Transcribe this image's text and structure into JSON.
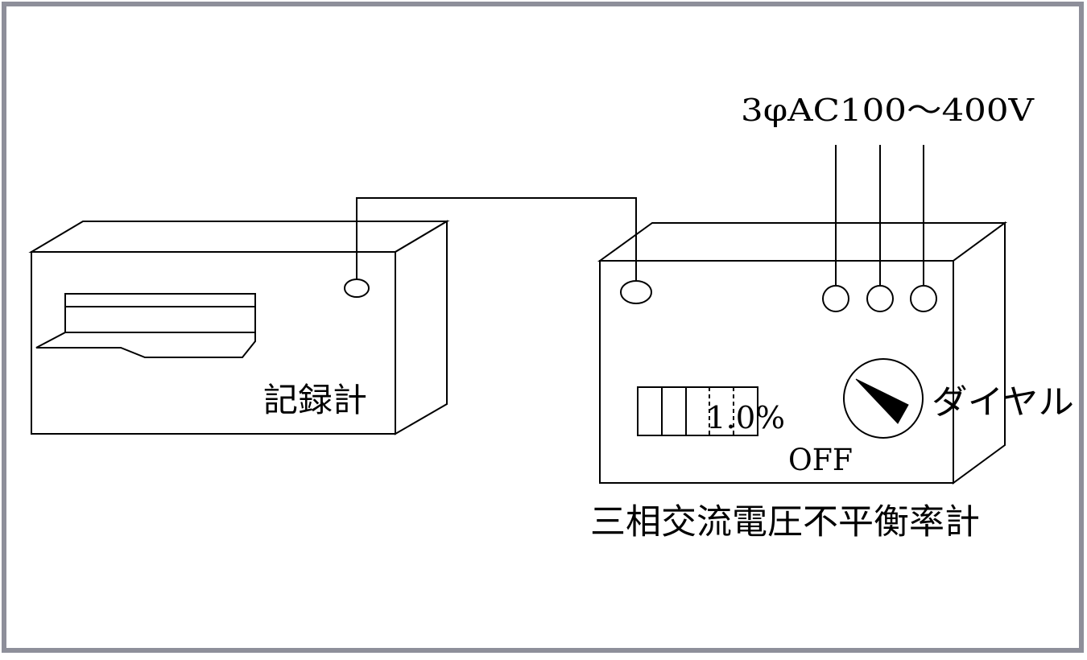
{
  "labels": {
    "power_supply": "3φAC100～400V",
    "recorder": "記録計",
    "dial": "ダイヤル",
    "meter_reading": "1.0%",
    "off": "OFF",
    "meter_name": "三相交流電圧不平衡率計"
  },
  "colors": {
    "frame": "#8e8f9a",
    "line": "#000000",
    "background": "#ffffff"
  }
}
